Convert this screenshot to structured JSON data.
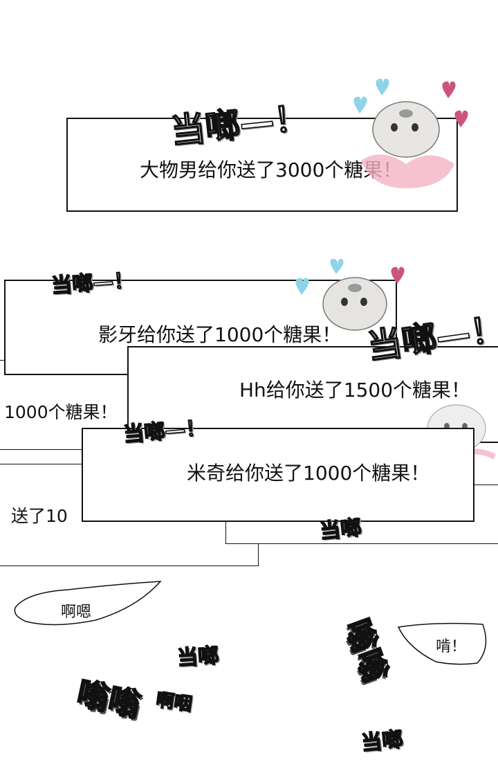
{
  "notifications": [
    {
      "text": "大物男给你送了3000个糖果！"
    },
    {
      "text": "影牙给你送了1000个糖果！"
    },
    {
      "text": "Hh给你送了1500个糖果！"
    },
    {
      "text": "米奇给你送了1000个糖果！"
    }
  ],
  "partial_texts": {
    "left_middle": "1000个糖果！",
    "left_lower": "送了10"
  },
  "sfx": {
    "ding_exclaim": "当啷—！",
    "ding": "当啷",
    "buzz": "嗡嗡",
    "aha": "啊咽"
  },
  "bubbles": {
    "left": "啊嗯",
    "right": "啃！"
  },
  "icons": {
    "mascot": "hamster-icon",
    "heart": "heart-icon"
  },
  "colors": {
    "heart_blue": "#8fd3e8",
    "heart_pink": "#c9557d",
    "flower_pink": "#f2b3c4"
  }
}
